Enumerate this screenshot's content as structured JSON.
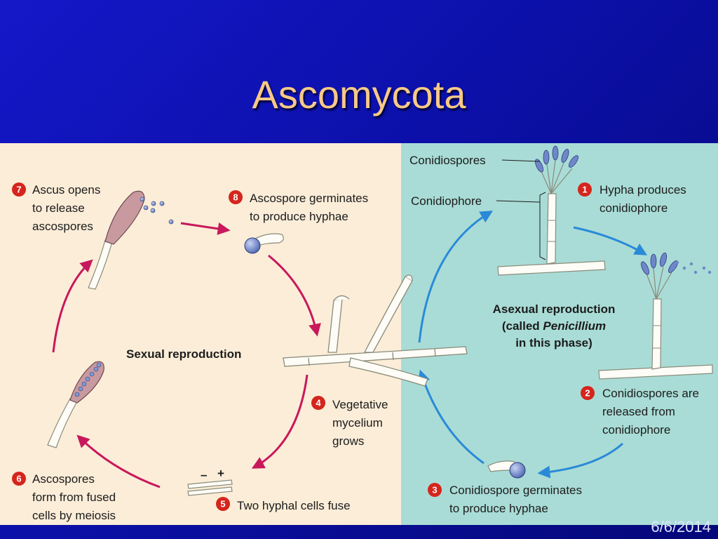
{
  "slide": {
    "title": "Ascomycota",
    "date": "6/6/2014"
  },
  "diagram": {
    "center_labels": {
      "sexual": "Sexual reproduction",
      "asexual_l1": "Asexual reproduction",
      "asexual_l2_a": "(called ",
      "asexual_l2_b": "Penicillium",
      "asexual_l3": "in this phase)"
    },
    "structure_labels": {
      "conidiospores": "Conidiospores",
      "conidiophore": "Conidiophore"
    },
    "signs": {
      "minus": "–",
      "plus": "+"
    },
    "steps": [
      {
        "num": "1",
        "lines": [
          "Hypha produces",
          "conidiophore"
        ]
      },
      {
        "num": "2",
        "lines": [
          "Conidiospores are",
          "released from",
          "conidiophore"
        ]
      },
      {
        "num": "3",
        "lines": [
          "Conidiospore germinates",
          "to produce hyphae"
        ]
      },
      {
        "num": "4",
        "lines": [
          "Vegetative",
          "mycelium",
          "grows"
        ]
      },
      {
        "num": "5",
        "lines": [
          "Two hyphal cells fuse"
        ]
      },
      {
        "num": "6",
        "lines": [
          "Ascospores",
          "form from fused",
          "cells by meiosis"
        ]
      },
      {
        "num": "7",
        "lines": [
          "Ascus opens",
          "to release",
          "ascospores"
        ]
      },
      {
        "num": "8",
        "lines": [
          "Ascospore germinates",
          "to produce hyphae"
        ]
      }
    ],
    "colors": {
      "sexual_bg": "#fbedd8",
      "asexual_bg": "#a9dcd6",
      "sexual_arrow": "#c8185c",
      "asexual_arrow": "#2a8ad8",
      "step_badge": "#d5251c",
      "ascus_fill": "#c89aa0",
      "spore_fill": "#6f87c9"
    }
  }
}
